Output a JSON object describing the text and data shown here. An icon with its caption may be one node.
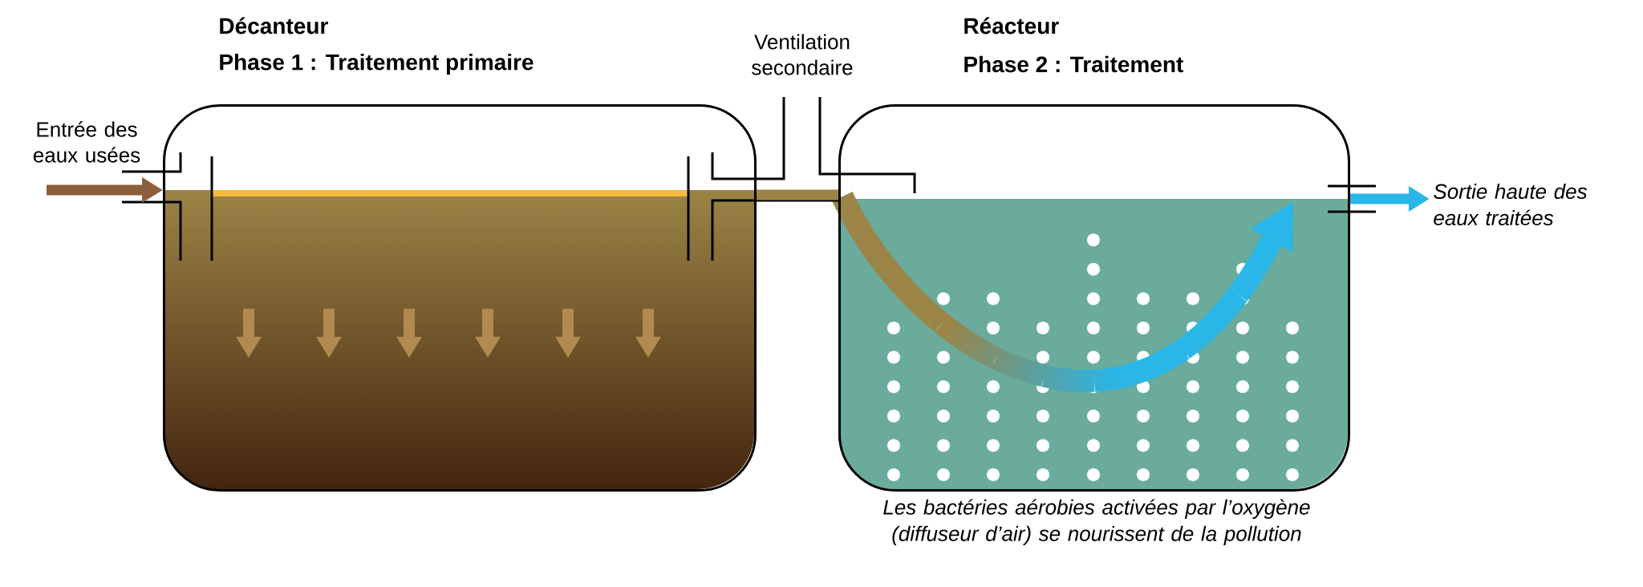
{
  "diagram": {
    "nodes": [
      {
        "text": [
          "Décanteur",
          "Phase 1 : Traitement primaire"
        ]
      },
      {
        "text": [
          "Réacteur",
          "Phase 2 : Traitement"
        ],
        "beside": [
          "Les bactéries aérobies activées par l’oxygène (diffuseur d’air) se nourissent de la pollution"
        ]
      },
      {
        "text": [
          "Sortie haute des eaux traitées"
        ]
      }
    ],
    "edges": [
      {
        "from": null,
        "to": 0,
        "arrow": "to",
        "color": "#8b5e3c"
      },
      {
        "from": 0,
        "to": 1,
        "arrow": "none",
        "color": "#9c8446"
      },
      {
        "from": 1,
        "to": 2,
        "arrow": "to",
        "color": "#29b6e8"
      }
    ],
    "labels": [
      "Entrée des eaux usées",
      "Ventilation secondaire"
    ]
  }
}
